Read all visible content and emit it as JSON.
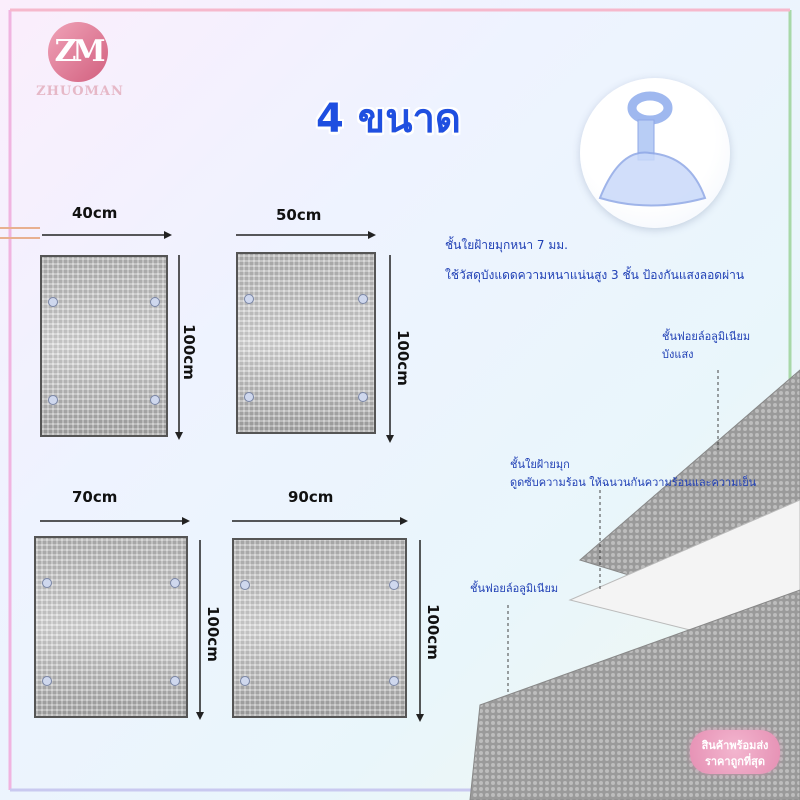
{
  "brand": {
    "logo_letters": "ZM",
    "logo_text": "ZHUOMAN"
  },
  "title": "4 ขนาด",
  "notes": [
    "ชั้นใยฝ้ายมุกหนา 7 มม.",
    "ใช้วัสดุบังแดดความหนาแน่นสูง 3 ชั้น ป้องกันแสงลอดผ่าน"
  ],
  "layers": {
    "top": [
      "ชั้นฟอยล์อลูมิเนียม",
      "บังแสง"
    ],
    "middle": [
      "ชั้นใยฝ้ายมุก",
      "ดูดซับความร้อน ให้ฉนวนกันความร้อนและความเย็น"
    ],
    "bottom": [
      "ชั้นฟอยล์อลูมิเนียม"
    ]
  },
  "sizes": [
    {
      "width": "40cm",
      "height": "100cm"
    },
    {
      "width": "50cm",
      "height": "100cm"
    },
    {
      "width": "70cm",
      "height": "100cm"
    },
    {
      "width": "90cm",
      "height": "100cm"
    }
  ],
  "badge": [
    "สินค้าพร้อมส่ง",
    "ราคาถูกที่สุด"
  ],
  "colors": {
    "title": "#1f4fe0",
    "text": "#1f3fb5",
    "badge": "#e58fb3"
  }
}
